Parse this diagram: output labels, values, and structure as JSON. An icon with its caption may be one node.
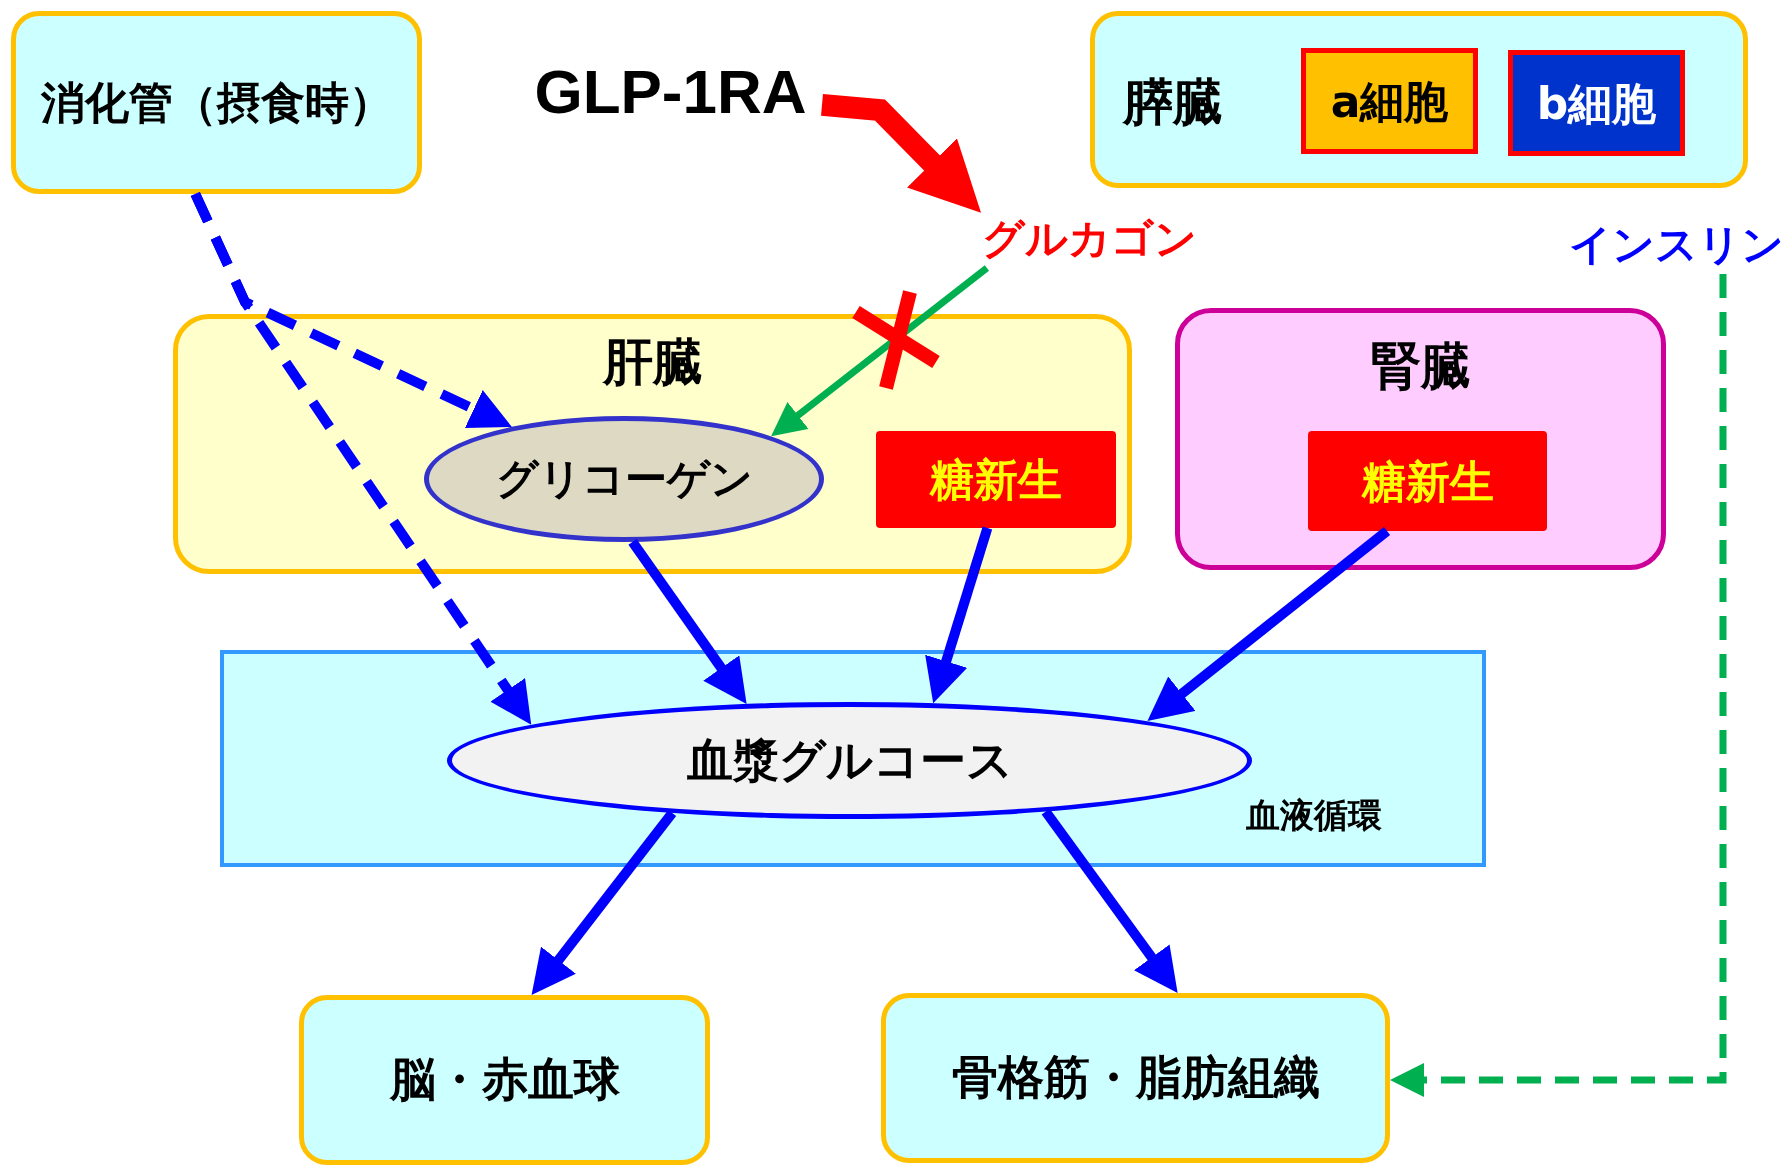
{
  "diagram": {
    "nodes": [
      {
        "text": [
          "消化管（摂食時）"
        ]
      },
      {
        "text": [
          "GLP-1RA"
        ]
      },
      {
        "text": [
          "グルカゴン"
        ]
      },
      {
        "text": [
          "膵臓"
        ]
      },
      {
        "text": [
          "a細胞"
        ],
        "in": 3
      },
      {
        "text": [
          "b細胞"
        ],
        "in": 3
      },
      {
        "text": [
          "インスリン"
        ]
      },
      {
        "text": [
          "肝臓"
        ]
      },
      {
        "text": [
          "グリコーゲン"
        ],
        "in": 7
      },
      {
        "text": [
          "糖新生"
        ],
        "in": 7
      },
      {
        "text": [
          "腎臓"
        ]
      },
      {
        "text": [
          "糖新生"
        ],
        "in": 10
      },
      {
        "text": [
          "血液循環"
        ]
      },
      {
        "text": [
          "血漿グルコース"
        ],
        "in": 12
      },
      {
        "text": [
          "脳・赤血球"
        ]
      },
      {
        "text": [
          "骨格筋・脂肪組織"
        ]
      }
    ],
    "edges": [
      {
        "from": 1,
        "to": 2,
        "arrow": "to",
        "style": "thick",
        "color": "#ff0000"
      },
      {
        "from": 2,
        "to": 8,
        "arrow": "to",
        "color": "#00b050"
      },
      {
        "from": 0,
        "to": 8,
        "arrow": "to",
        "style": "dashed"
      },
      {
        "from": 0,
        "to": 13,
        "arrow": "to",
        "style": "dashed"
      },
      {
        "from": 8,
        "to": 13,
        "arrow": "to"
      },
      {
        "from": 9,
        "to": 13,
        "arrow": "to"
      },
      {
        "from": 11,
        "to": 13,
        "arrow": "to"
      },
      {
        "from": 13,
        "to": 14,
        "arrow": "to"
      },
      {
        "from": 13,
        "to": 15,
        "arrow": "to"
      },
      {
        "from": 6,
        "to": 15,
        "arrow": "to",
        "style": "dashed",
        "color": "#00b050"
      }
    ]
  }
}
